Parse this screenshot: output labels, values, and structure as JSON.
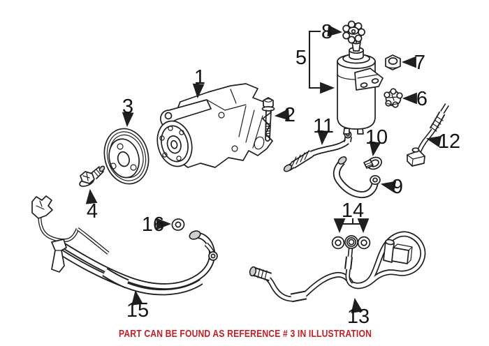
{
  "diagram": {
    "background": "#ffffff",
    "line_color": "#1f1f1f",
    "callouts": {
      "c1": "1",
      "c2": "2",
      "c3": "3",
      "c4": "4",
      "c5": "5",
      "c6": "6",
      "c7": "7",
      "c8": "8",
      "c9": "9",
      "c10": "10",
      "c11": "11",
      "c12": "12",
      "c13": "13",
      "c14": "14",
      "c15": "15",
      "c16": "16"
    },
    "note": {
      "text": "PART CAN BE FOUND AS REFERENCE # 3 IN ILLUSTRATION",
      "color": "#c41e25"
    }
  }
}
